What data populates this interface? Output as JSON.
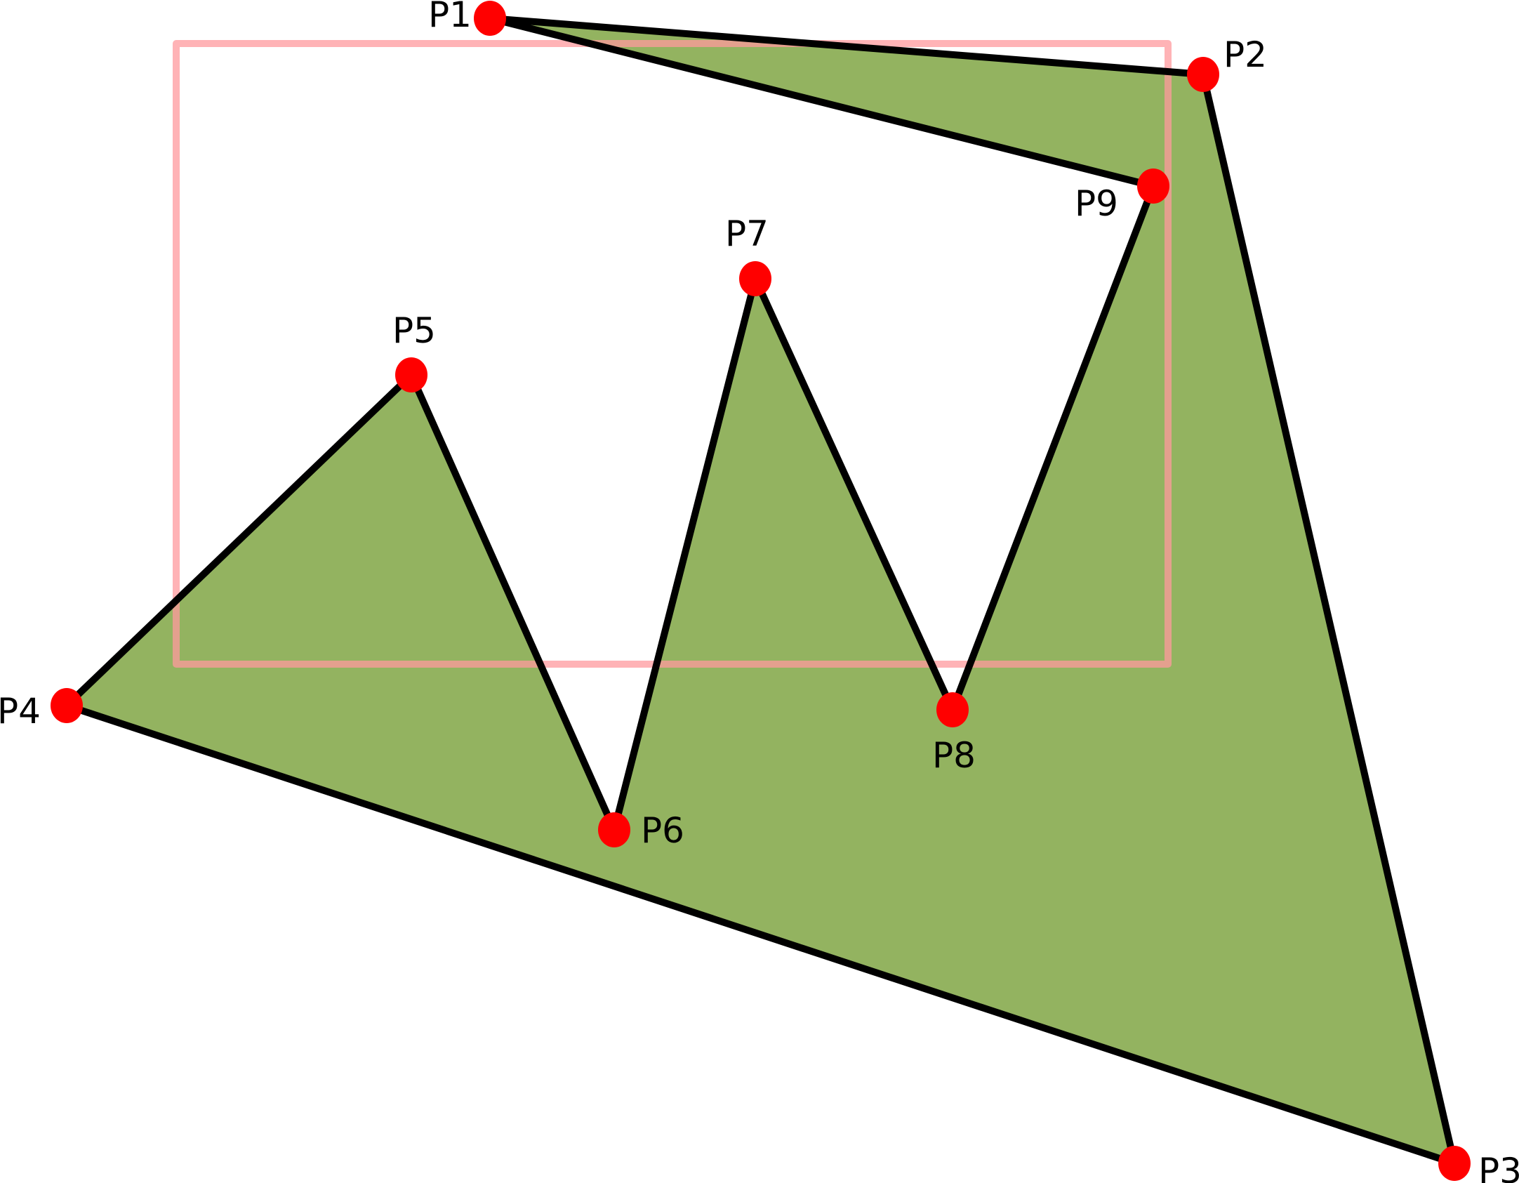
{
  "colors": {
    "polygon_fill": "#93b360",
    "polygon_stroke": "#000000",
    "vertex": "#ff0000",
    "bounding_box": "#ff9a9e"
  },
  "polygon": {
    "vertices": [
      {
        "id": "p1",
        "label": "P1"
      },
      {
        "id": "p2",
        "label": "P2"
      },
      {
        "id": "p3",
        "label": "P3"
      },
      {
        "id": "p4",
        "label": "P4"
      },
      {
        "id": "p5",
        "label": "P5"
      },
      {
        "id": "p6",
        "label": "P6"
      },
      {
        "id": "p7",
        "label": "P7"
      },
      {
        "id": "p8",
        "label": "P8"
      },
      {
        "id": "p9",
        "label": "P9"
      }
    ]
  }
}
